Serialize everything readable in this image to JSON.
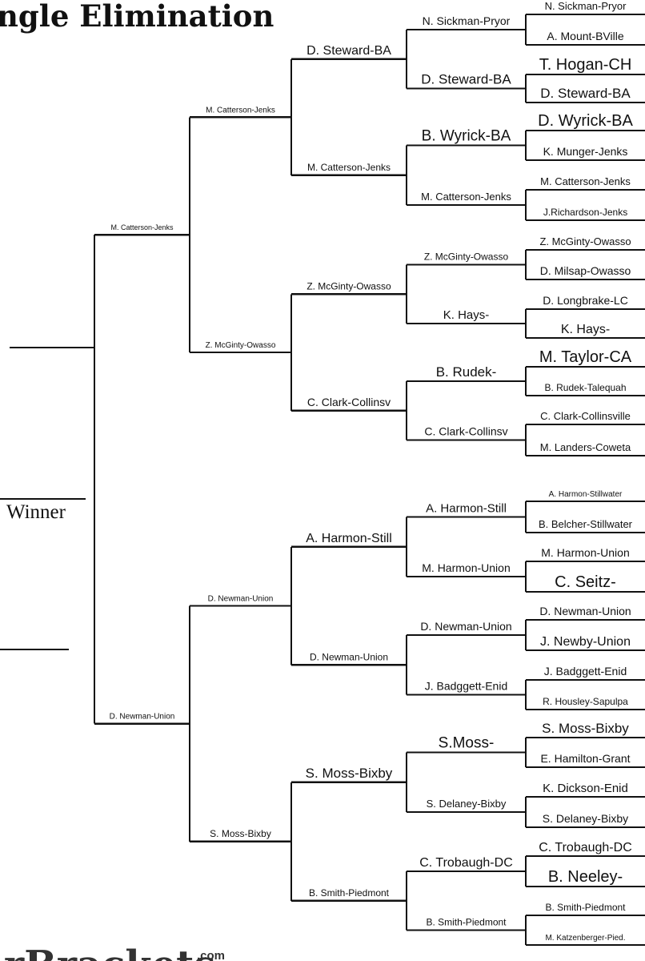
{
  "header": {
    "title": "ngle Elimination"
  },
  "winner_label": "Winner",
  "logo": {
    "main": "urBrackets",
    "suffix": ".com"
  },
  "round1": [
    "N. Sickman-Pryor",
    "A. Mount-BVille",
    "T. Hogan-CH",
    "D. Steward-BA",
    "D. Wyrick-BA",
    "K. Munger-Jenks",
    "M. Catterson-Jenks",
    "J.Richardson-Jenks",
    "Z. McGinty-Owasso",
    "D. Milsap-Owasso",
    "D. Longbrake-LC",
    "K. Hays-",
    "M. Taylor-CA",
    "B. Rudek-Talequah",
    "C. Clark-Collinsville",
    "M. Landers-Coweta",
    "A. Harmon-Stillwater",
    "B. Belcher-Stillwater",
    "M. Harmon-Union",
    "C. Seitz-",
    "D. Newman-Union",
    "J. Newby-Union",
    "J. Badggett-Enid",
    "R. Housley-Sapulpa",
    "S. Moss-Bixby",
    "E. Hamilton-Grant",
    "K. Dickson-Enid",
    "S. Delaney-Bixby",
    "C. Trobaugh-DC",
    "B. Neeley-",
    "B. Smith-Piedmont",
    "M. Katzenberger-Pied."
  ],
  "round2": [
    "N. Sickman-Pryor",
    "D. Steward-BA",
    "B. Wyrick-BA",
    "M. Catterson-Jenks",
    "Z. McGinty-Owasso",
    "K. Hays-",
    "B. Rudek-",
    "C. Clark-Collinsv",
    "A. Harmon-Still",
    "M. Harmon-Union",
    "D. Newman-Union",
    "J. Badggett-Enid",
    "S.Moss-",
    "S. Delaney-Bixby",
    "C. Trobaugh-DC",
    "B. Smith-Piedmont"
  ],
  "round3": [
    "D. Steward-BA",
    "M. Catterson-Jenks",
    "Z. McGinty-Owasso",
    "C. Clark-Collinsv",
    "A. Harmon-Still",
    "D. Newman-Union",
    "S. Moss-Bixby",
    "B. Smith-Piedmont"
  ],
  "round4": [
    "M. Catterson-Jenks",
    "Z. McGinty-Owasso",
    "D. Newman-Union",
    "S. Moss-Bixby"
  ],
  "round5": [
    "M. Catterson-Jenks",
    "D. Newman-Union"
  ]
}
